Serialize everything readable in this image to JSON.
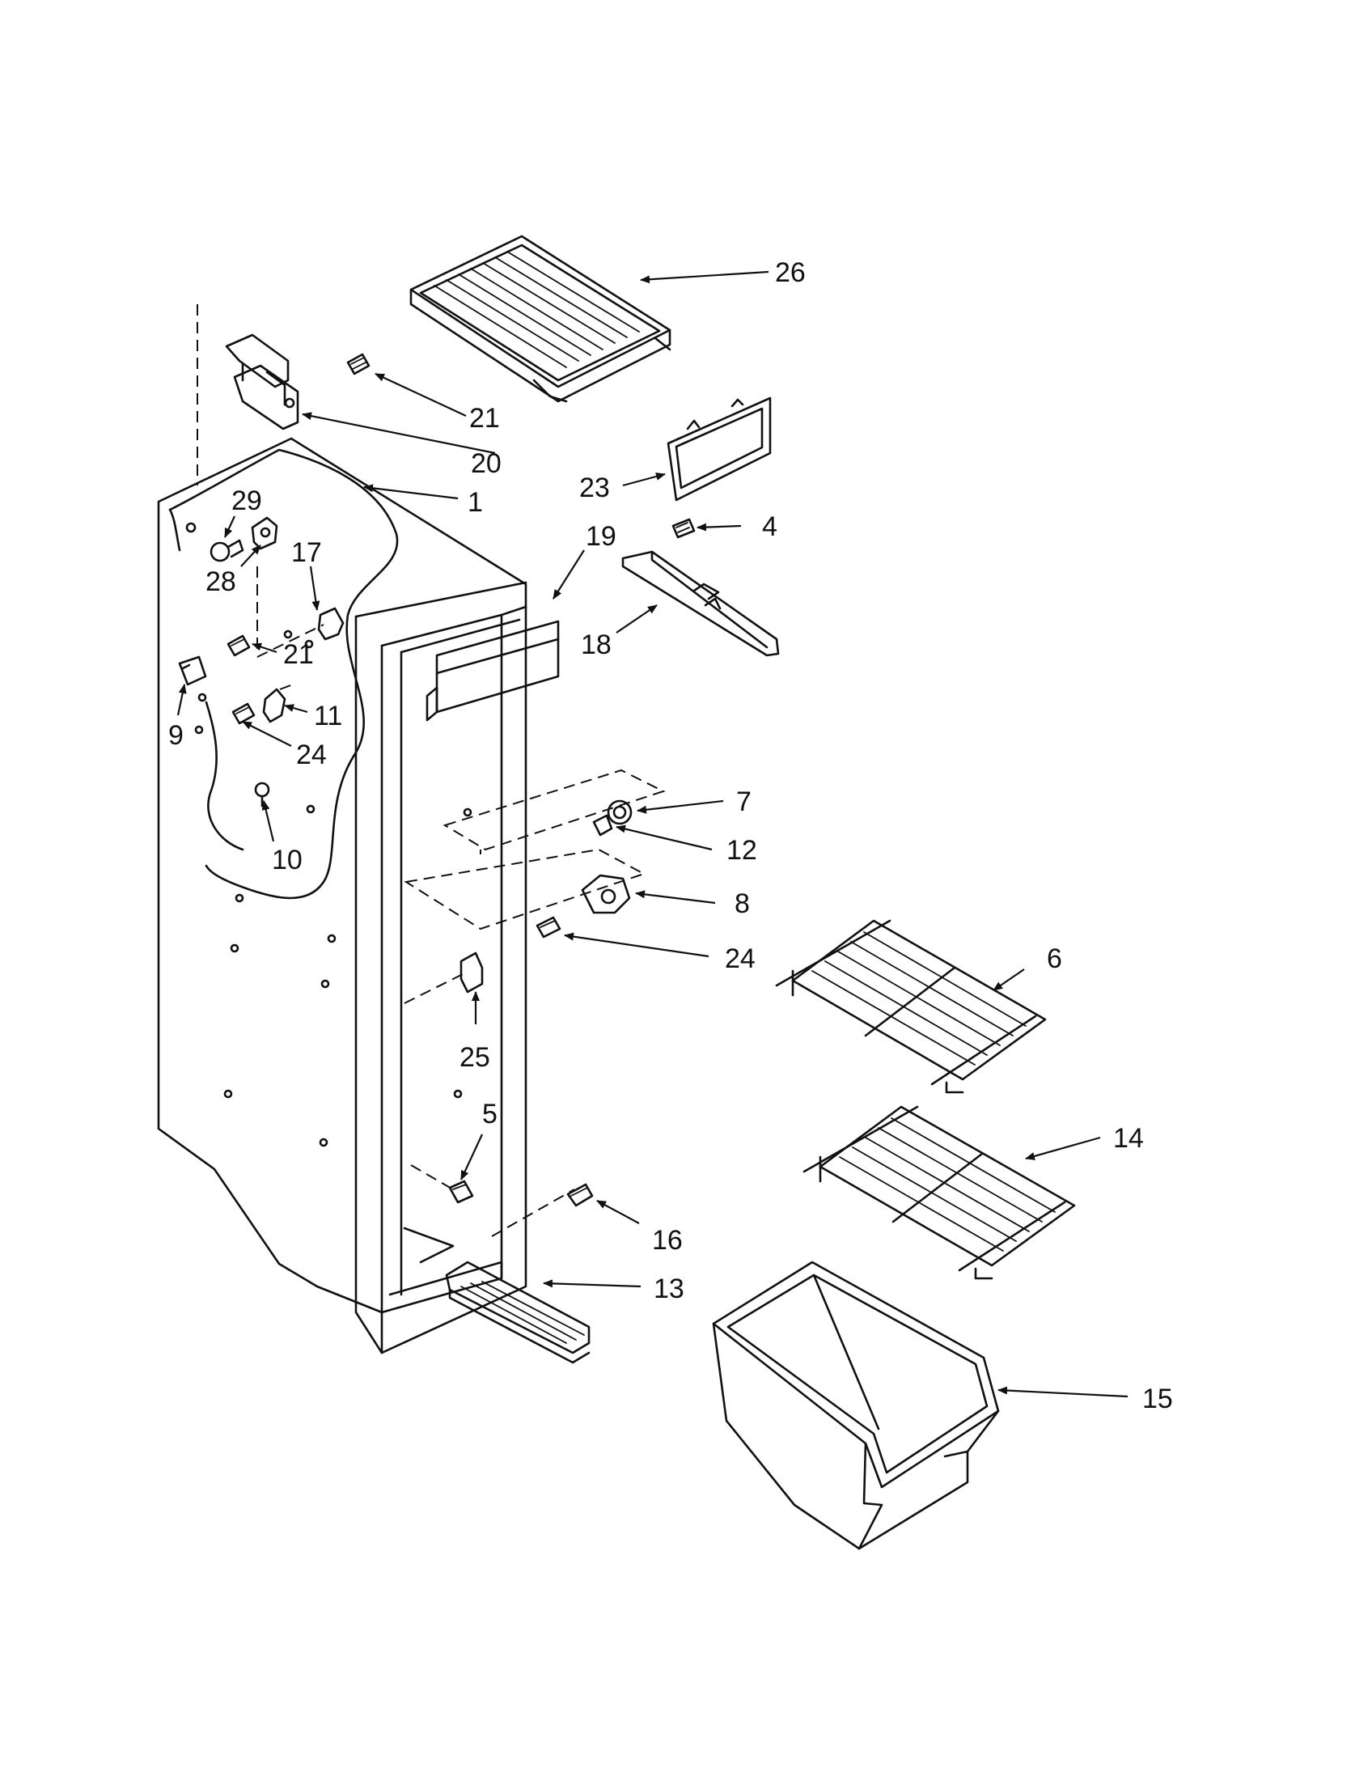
{
  "diagram": {
    "callouts": [
      {
        "label": "26"
      },
      {
        "label": "21"
      },
      {
        "label": "20"
      },
      {
        "label": "1"
      },
      {
        "label": "23"
      },
      {
        "label": "4"
      },
      {
        "label": "29"
      },
      {
        "label": "28"
      },
      {
        "label": "17"
      },
      {
        "label": "19"
      },
      {
        "label": "18"
      },
      {
        "label": "21"
      },
      {
        "label": "9"
      },
      {
        "label": "11"
      },
      {
        "label": "24"
      },
      {
        "label": "10"
      },
      {
        "label": "7"
      },
      {
        "label": "12"
      },
      {
        "label": "8"
      },
      {
        "label": "24"
      },
      {
        "label": "6"
      },
      {
        "label": "25"
      },
      {
        "label": "5"
      },
      {
        "label": "14"
      },
      {
        "label": "16"
      },
      {
        "label": "13"
      },
      {
        "label": "15"
      }
    ]
  }
}
